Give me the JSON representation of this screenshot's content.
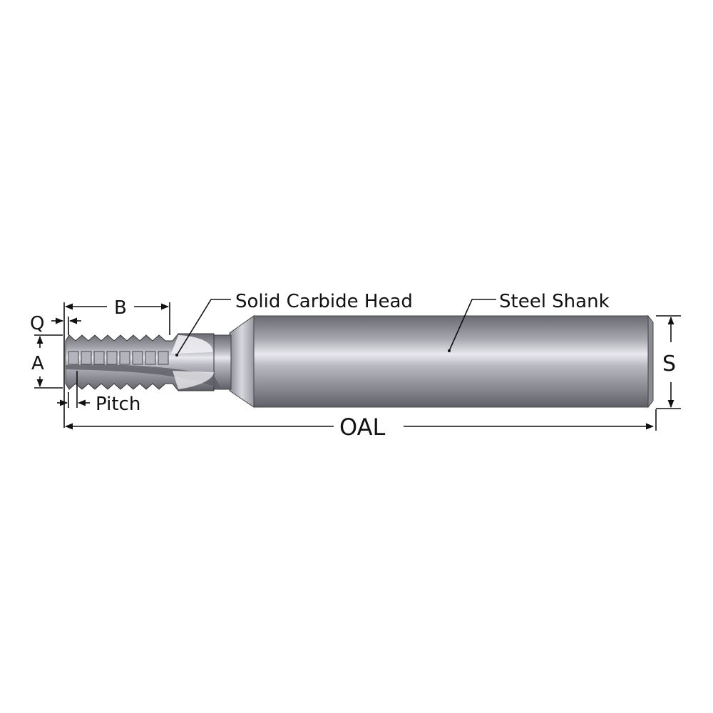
{
  "diagram": {
    "subject": "Thread mill tool",
    "labels": {
      "head": "Solid Carbide Head",
      "shank": "Steel Shank",
      "b": "B",
      "q": "Q",
      "a": "A",
      "pitch": "Pitch",
      "oal": "OAL",
      "s": "S"
    },
    "colors": {
      "background": "#ffffff",
      "line": "#111111",
      "metal_dark": "#6e6e76",
      "metal_mid": "#9c9ca4",
      "metal_light": "#e4e4ea"
    }
  }
}
